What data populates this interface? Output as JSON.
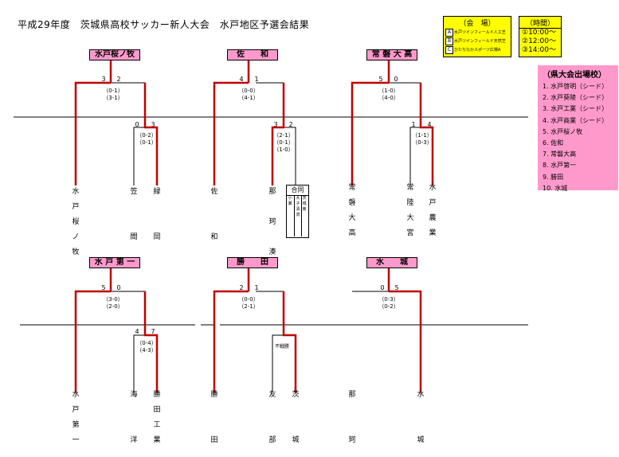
{
  "title": "平成29年度　茨城県高校サッカー新人大会　水戸地区予選会結果",
  "venue": {
    "header": "（会　場）",
    "rows": [
      {
        "key": "A",
        "name": "水戸ツインフィールド人工芝"
      },
      {
        "key": "B",
        "name": "水戸ツインフィールド天然芝"
      },
      {
        "key": "C",
        "name": "ひたちなかスポーツ広場A"
      }
    ]
  },
  "time": {
    "header": "（時間）",
    "rows": [
      "①10:00～",
      "②12:00～",
      "③14:00～"
    ]
  },
  "qualifiers": {
    "header": "（県大会出場校）",
    "items": [
      "1. 水戸啓明（シード）",
      "2. 水戸葵陵（シード）",
      "3. 水戸工業（シード）",
      "4. 水戸商業（シード）",
      "5. 水戸桜ノ牧",
      "6. 佐和",
      "7. 常磐大高",
      "8. 水戸第一",
      "9. 勝田",
      "10. 水城"
    ]
  },
  "blocks": [
    {
      "winner": "水戸桜ノ牧",
      "teams": [
        "水\n戸\n桜\nノ\n牧",
        "笠\n\n\n間",
        "緑\n\n\n岡"
      ],
      "top_scores": [
        "3",
        "2"
      ],
      "top_detail": "（0-1）\n（3-1）",
      "sub_scores": [
        "0",
        "3"
      ],
      "sub_detail": "（0-2）\n（0-1）"
    },
    {
      "winner": "佐　　和",
      "teams": [
        "佐\n\n\n和",
        "那\n\n珂\n\n湊",
        ""
      ],
      "top_scores": [
        "4",
        "1"
      ],
      "top_detail": "（0-0）\n（4-1）",
      "sub_scores": [
        "3",
        "2"
      ],
      "sub_detail": "（2-1）\n（0-1）\n（1-0）"
    },
    {
      "winner": "常 磐 大 高",
      "teams": [
        "常\n\n磐\n\n大\n\n高",
        "常\n\n陸\n\n大\n\n宮",
        "水\n\n戸\n\n農\n\n業"
      ],
      "top_scores": [
        "5",
        "0"
      ],
      "top_detail": "（1-0）\n（4-0）",
      "sub_scores": [
        "1",
        "4"
      ],
      "sub_detail": "（1-1）\n（0-3）"
    },
    {
      "winner": "水 戸 第 一",
      "teams": [
        "水\n\n戸\n\n第\n\n一",
        "海\n\n\n\n\n\n洋",
        "勝\n\n田\n\n工\n\n業"
      ],
      "top_scores": [
        "5",
        "0"
      ],
      "top_detail": "（3-0）\n（2-0）",
      "sub_scores": [
        "4",
        "7"
      ],
      "sub_detail": "（0-4）\n（4-3）"
    },
    {
      "winner": "勝　　田",
      "teams": [
        "勝\n\n\n\n\n\n田",
        "友\n\n\n\n\n\n部",
        "茨\n\n\n\n\n\n城"
      ],
      "top_scores": [
        "2",
        "1"
      ],
      "top_detail": "（0-0）\n（2-1）",
      "sub_note": "不戦勝"
    },
    {
      "winner": "水　　城",
      "teams": [
        "那\n\n\n\n\n\n珂",
        "水\n\n\n\n\n\n城"
      ],
      "top_scores": [
        "0",
        "5"
      ],
      "top_detail": "（0-3）\n（0-2）"
    }
  ],
  "joint": {
    "header": "合同",
    "cols": [
      "小\n瀬",
      "大\n子\n清\n流",
      "茨\n城\n東"
    ]
  }
}
